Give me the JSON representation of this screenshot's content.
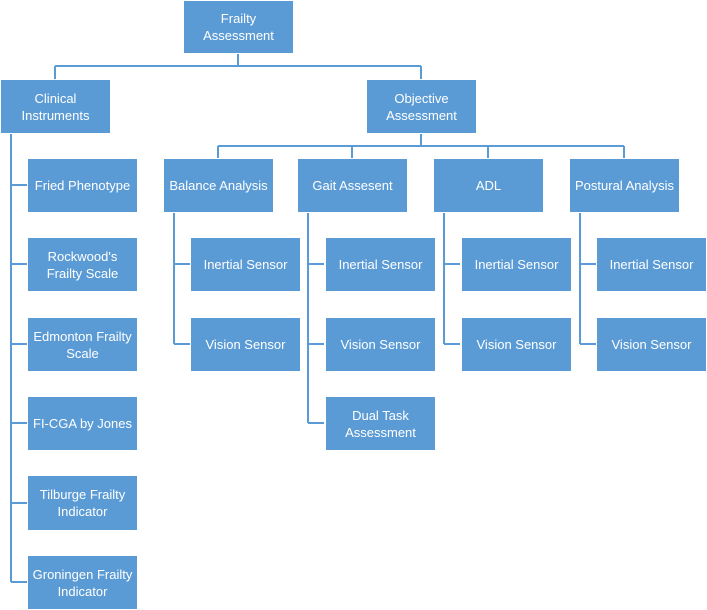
{
  "colors": {
    "node_fill": "#5b9bd5",
    "node_text": "#ffffff",
    "connector": "#5b9bd5"
  },
  "root": {
    "label": "Frailty\nAssessment"
  },
  "clinical": {
    "label": "Clinical\nInstruments",
    "items": [
      "Fried Phenotype",
      "Rockwood's\nFrailty Scale",
      "Edmonton Frailty\nScale",
      "FI-CGA by Jones",
      "Tilburge Frailty\nIndicator",
      "Groningen Frailty\nIndicator"
    ]
  },
  "objective": {
    "label": "Objective\nAssessment",
    "groups": [
      {
        "label": "Balance Analysis",
        "items": [
          "Inertial Sensor",
          "Vision Sensor"
        ]
      },
      {
        "label": "Gait Assesent",
        "items": [
          "Inertial Sensor",
          "Vision Sensor",
          "Dual Task\nAssessment"
        ]
      },
      {
        "label": "ADL",
        "items": [
          "Inertial Sensor",
          "Vision Sensor"
        ]
      },
      {
        "label": "Postural Analysis",
        "items": [
          "Inertial Sensor",
          "Vision Sensor"
        ]
      }
    ]
  }
}
